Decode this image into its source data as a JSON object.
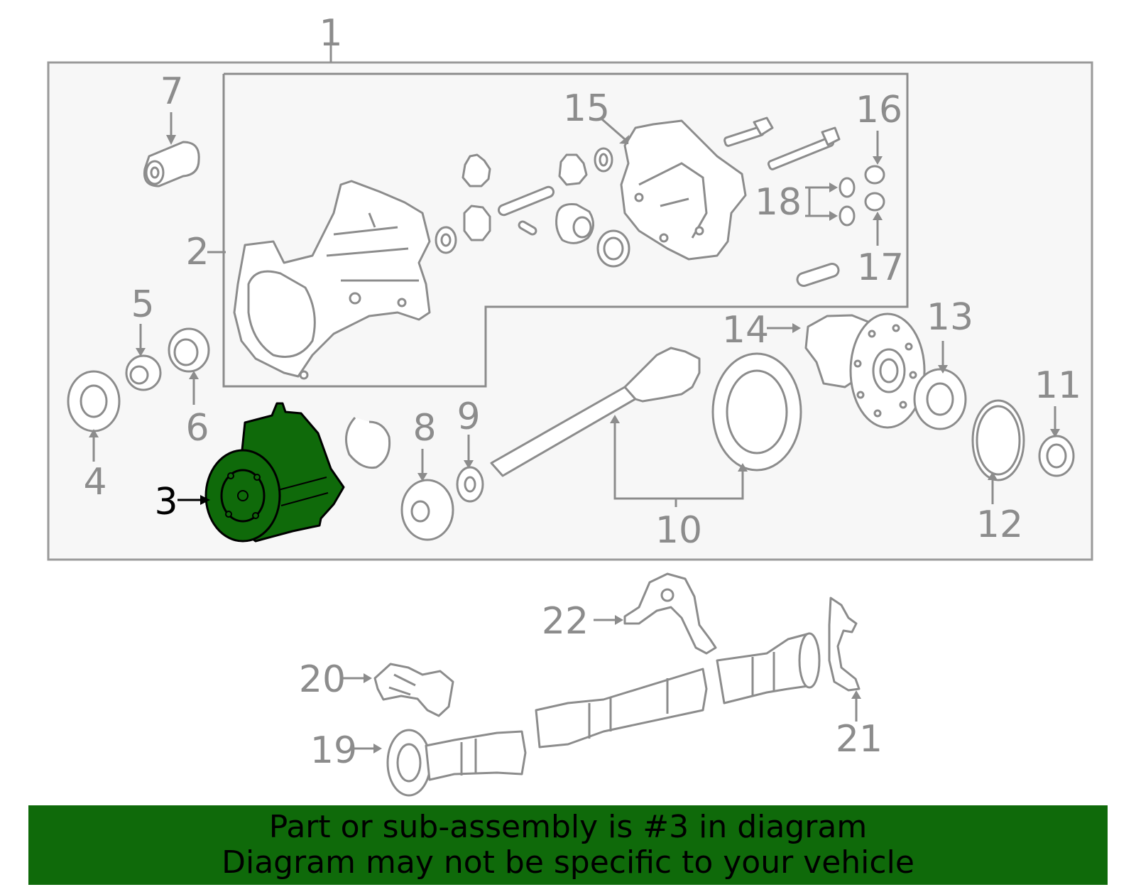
{
  "callouts": {
    "c1": "1",
    "c2": "2",
    "c3": "3",
    "c4": "4",
    "c5": "5",
    "c6": "6",
    "c7": "7",
    "c8": "8",
    "c9": "9",
    "c10": "10",
    "c11": "11",
    "c12": "12",
    "c13": "13",
    "c14": "14",
    "c15": "15",
    "c16": "16",
    "c17": "17",
    "c18": "18",
    "c19": "19",
    "c20": "20",
    "c21": "21",
    "c22": "22"
  },
  "highlighted_part": "3",
  "colors": {
    "highlight": "#0f6a0a",
    "line": "#8c8c8c",
    "panel": "#f7f7f7"
  },
  "banner": {
    "line1": "Part or sub-assembly is #3 in diagram",
    "line2": "Diagram may not be specific to your vehicle"
  }
}
